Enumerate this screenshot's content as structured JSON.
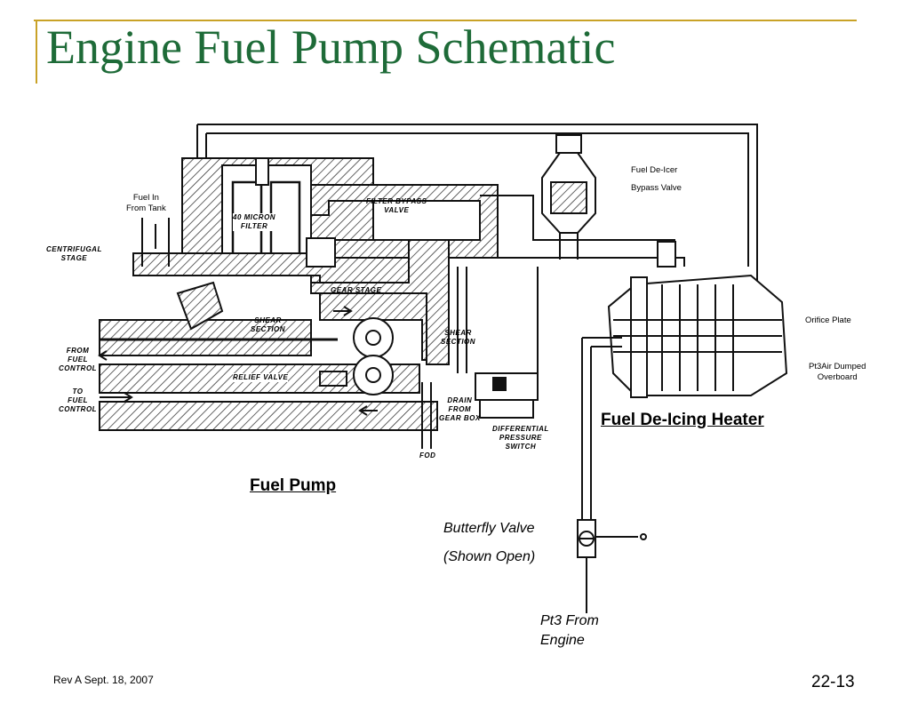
{
  "slide": {
    "title": "Engine Fuel Pump Schematic",
    "footer_left": "Rev A Sept. 18, 2007",
    "page_number": "22-13"
  },
  "labels": {
    "fuel_in": [
      "Fuel In",
      "From Tank"
    ],
    "fuel_deicer": [
      "Fuel De-Icer",
      "Bypass Valve"
    ],
    "orifice_plate": "Orifice Plate",
    "pt3_air_dumped": [
      "Pt3Air Dumped",
      "Overboard"
    ],
    "fuel_deicing_heater": "Fuel De-Icing Heater",
    "fuel_pump": "Fuel Pump",
    "butterfly_valve": [
      "Butterfly Valve",
      "(Shown Open)"
    ],
    "pt3_from_engine": [
      "Pt3 From",
      "Engine"
    ]
  },
  "drawing_labels": {
    "centrifugal_stage": [
      "CENTRIFUGAL",
      "STAGE"
    ],
    "from_fuel_control": [
      "FROM",
      "FUEL",
      "CONTROL"
    ],
    "to_fuel_control": [
      "TO",
      "FUEL",
      "CONTROL"
    ],
    "micron_filter": [
      "40 MICRON",
      "FILTER"
    ],
    "filter_bypass_valve": [
      "FILTER BYPASS",
      "VALVE"
    ],
    "gear_stage": "GEAR STAGE",
    "shear_section_1": [
      "SHEAR",
      "SECTION"
    ],
    "shear_section_2": [
      "SHEAR",
      "SECTION"
    ],
    "relief_valve": "RELIEF VALVE",
    "drain_from_gear_box": [
      "DRAIN",
      "FROM",
      "GEAR BOX"
    ],
    "differential_pressure_switch": [
      "DIFFERENTIAL",
      "PRESSURE",
      "SWITCH"
    ],
    "fod": "FOD"
  },
  "colors": {
    "title": "#1e6b38",
    "accent_rule": "#c9a227",
    "ink": "#111111"
  }
}
